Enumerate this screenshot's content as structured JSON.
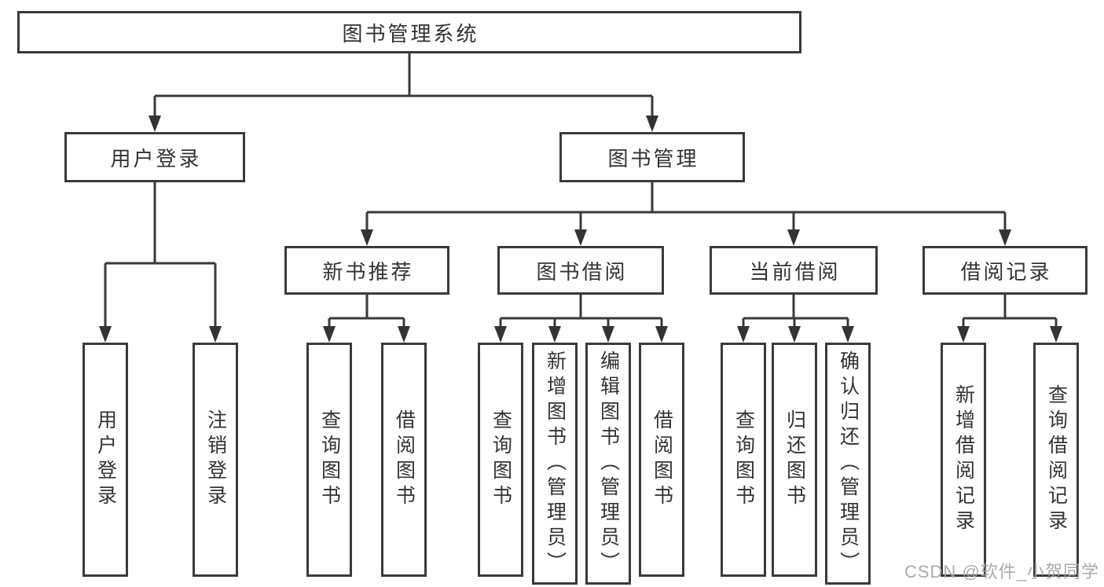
{
  "diagram_type": "hierarchy",
  "tree": {
    "label": "图书管理系统",
    "children": [
      {
        "label": "用户登录",
        "children": [
          {
            "label": "用户登录"
          },
          {
            "label": "注销登录"
          }
        ]
      },
      {
        "label": "图书管理",
        "children": [
          {
            "label": "新书推荐",
            "children": [
              {
                "label": "查询图书"
              },
              {
                "label": "借阅图书"
              }
            ]
          },
          {
            "label": "图书借阅",
            "children": [
              {
                "label": "查询图书"
              },
              {
                "label": "新增图书（管理员）"
              },
              {
                "label": "编辑图书（管理员）"
              },
              {
                "label": "借阅图书"
              }
            ]
          },
          {
            "label": "当前借阅",
            "children": [
              {
                "label": "查询图书"
              },
              {
                "label": "归还图书"
              },
              {
                "label": "确认归还（管理员）"
              }
            ]
          },
          {
            "label": "借阅记录",
            "children": [
              {
                "label": "新增借阅记录"
              },
              {
                "label": "查询借阅记录"
              }
            ]
          }
        ]
      }
    ]
  },
  "watermark": {
    "text": "CSDN @软件_小贺同学"
  },
  "colors": {
    "line": "#3a3a3a",
    "box_border": "#3a3a3a",
    "text": "#333333",
    "background": "#ffffff",
    "watermark": "#a4a4a4"
  }
}
